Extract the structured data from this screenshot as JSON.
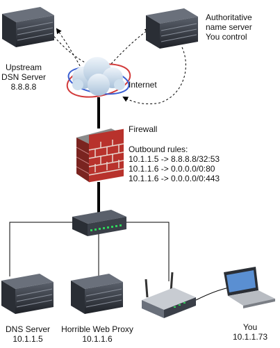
{
  "nodes": {
    "upstream_dns": {
      "name": "Upstream",
      "name2": "DSN Server",
      "ip": "8.8.8.8"
    },
    "authoritative": {
      "line1": "Authoritative",
      "line2": "name server",
      "line3": "You control"
    },
    "internet": {
      "label": "Internet"
    },
    "firewall": {
      "label": "Firewall",
      "rules_title": "Outbound rules:",
      "rules": [
        "10.1.1.5 -> 8.8.8.8/32:53",
        "10.1.1.6 -> 0.0.0.0/0:80",
        "10.1.1.6 -> 0.0.0.0/0:443"
      ]
    },
    "dns_server": {
      "name": "DNS Server",
      "ip": "10.1.1.5"
    },
    "web_proxy": {
      "name": "Horrible Web Proxy",
      "ip": "10.1.1.6"
    },
    "you": {
      "name": "You",
      "ip": "10.1.1.73"
    }
  },
  "colors": {
    "server_body": "#2b2f36",
    "server_top": "#4a4f58",
    "cloud": "#c9d9ea",
    "brick": "#b8322c",
    "mortar": "#e8d8d0",
    "line": "#000000"
  },
  "icons": [
    "server-icon",
    "cloud-icon",
    "firewall-icon",
    "switch-icon",
    "router-icon",
    "laptop-icon"
  ]
}
